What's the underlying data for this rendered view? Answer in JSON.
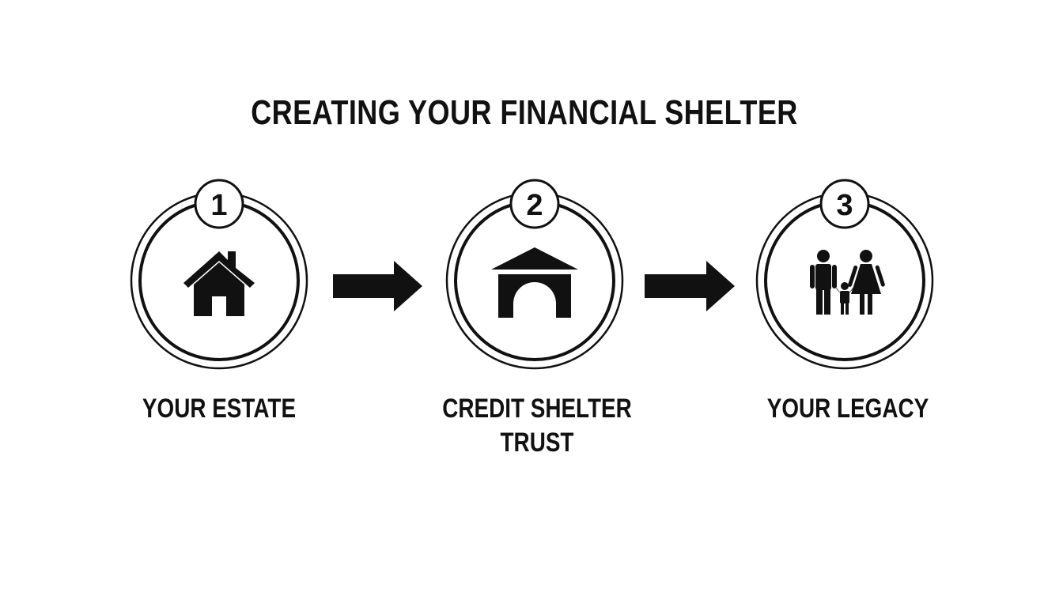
{
  "title": "CREATING YOUR FINANCIAL SHELTER",
  "steps": [
    {
      "number": "1",
      "icon": "house-icon",
      "label_lines": [
        "YOUR ESTATE"
      ]
    },
    {
      "number": "2",
      "icon": "shelter-arch-icon",
      "label_lines": [
        "CREDIT SHELTER",
        "TRUST"
      ]
    },
    {
      "number": "3",
      "icon": "family-icon",
      "label_lines": [
        "YOUR LEGACY"
      ]
    }
  ],
  "connectors": [
    "right-arrow-icon",
    "right-arrow-icon"
  ],
  "colors": {
    "ink": "#111111",
    "background": "#ffffff"
  }
}
